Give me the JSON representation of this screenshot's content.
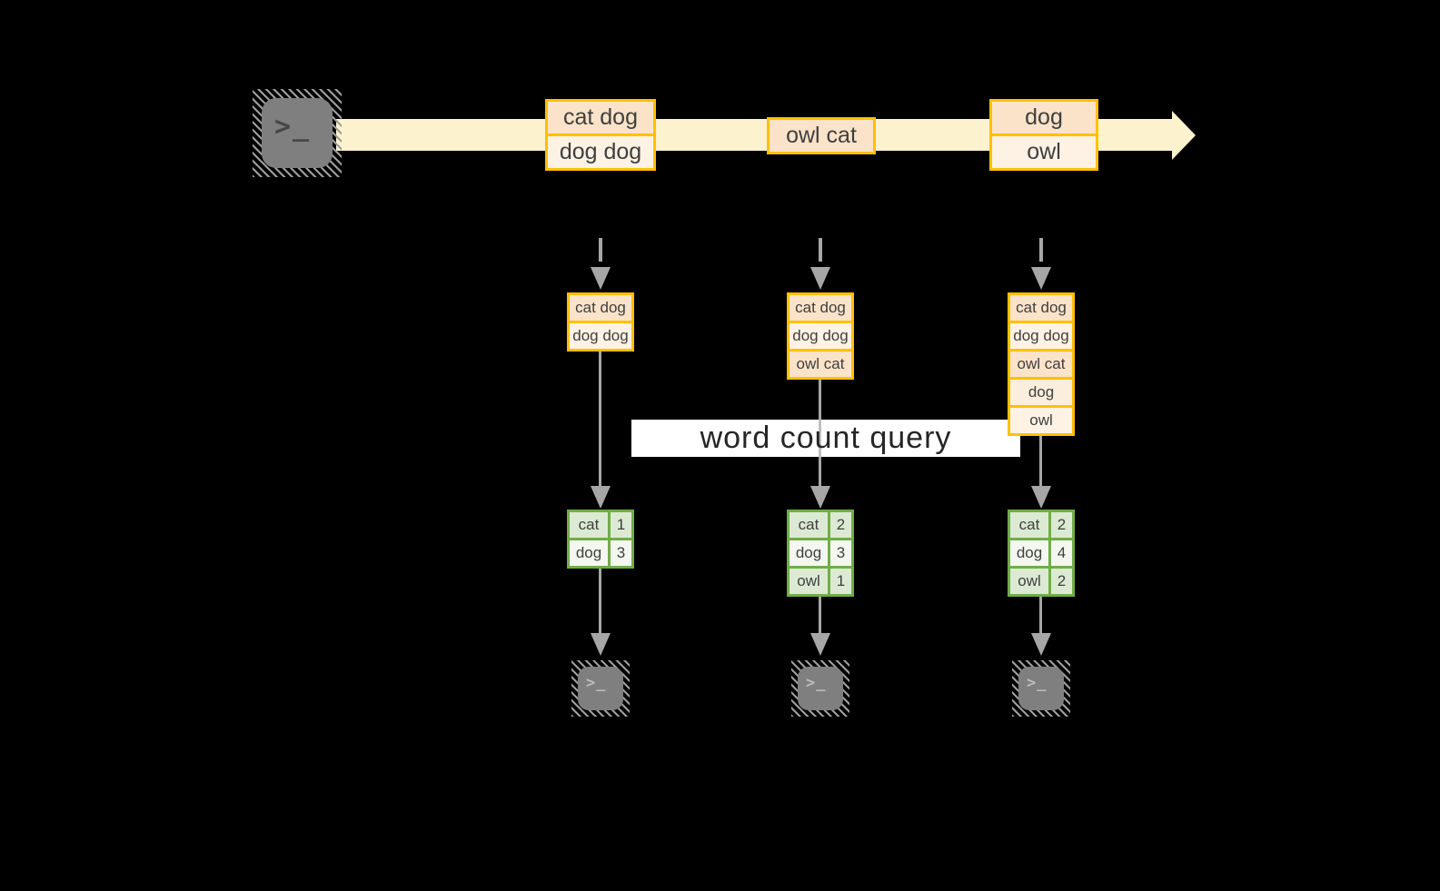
{
  "query_label": "word count query",
  "icons": {
    "terminal_prompt": ">_"
  },
  "stream": {
    "messages": [
      {
        "lines": [
          "cat dog",
          "dog dog"
        ]
      },
      {
        "lines": [
          "owl cat"
        ]
      },
      {
        "lines": [
          "dog",
          "owl"
        ]
      }
    ]
  },
  "columns": [
    {
      "state": [
        "cat dog",
        "dog dog"
      ],
      "counts": [
        {
          "word": "cat",
          "count": "1"
        },
        {
          "word": "dog",
          "count": "3"
        }
      ]
    },
    {
      "state": [
        "cat dog",
        "dog dog",
        "owl cat"
      ],
      "counts": [
        {
          "word": "cat",
          "count": "2"
        },
        {
          "word": "dog",
          "count": "3"
        },
        {
          "word": "owl",
          "count": "1"
        }
      ]
    },
    {
      "state": [
        "cat dog",
        "dog dog",
        "owl cat",
        "dog",
        "owl"
      ],
      "counts": [
        {
          "word": "cat",
          "count": "2"
        },
        {
          "word": "dog",
          "count": "4"
        },
        {
          "word": "owl",
          "count": "2"
        }
      ]
    }
  ],
  "colors": {
    "gold": "#FFC000",
    "peach": "#FAE3C9",
    "peach_soft": "#FCEEDC",
    "cream": "#FDF2E3",
    "band": "#FCF2CE",
    "green": "#70AD47",
    "green_light": "#DCEAD3",
    "green_pale": "#F3F7F0",
    "gray": "#A6A6A6",
    "gray_light": "#C0C0C0",
    "terminal": "#7F7F7F",
    "hatch": "#9E9E9E",
    "text": "#3F3F3F",
    "query_text": "#262626",
    "background": "#000000"
  }
}
